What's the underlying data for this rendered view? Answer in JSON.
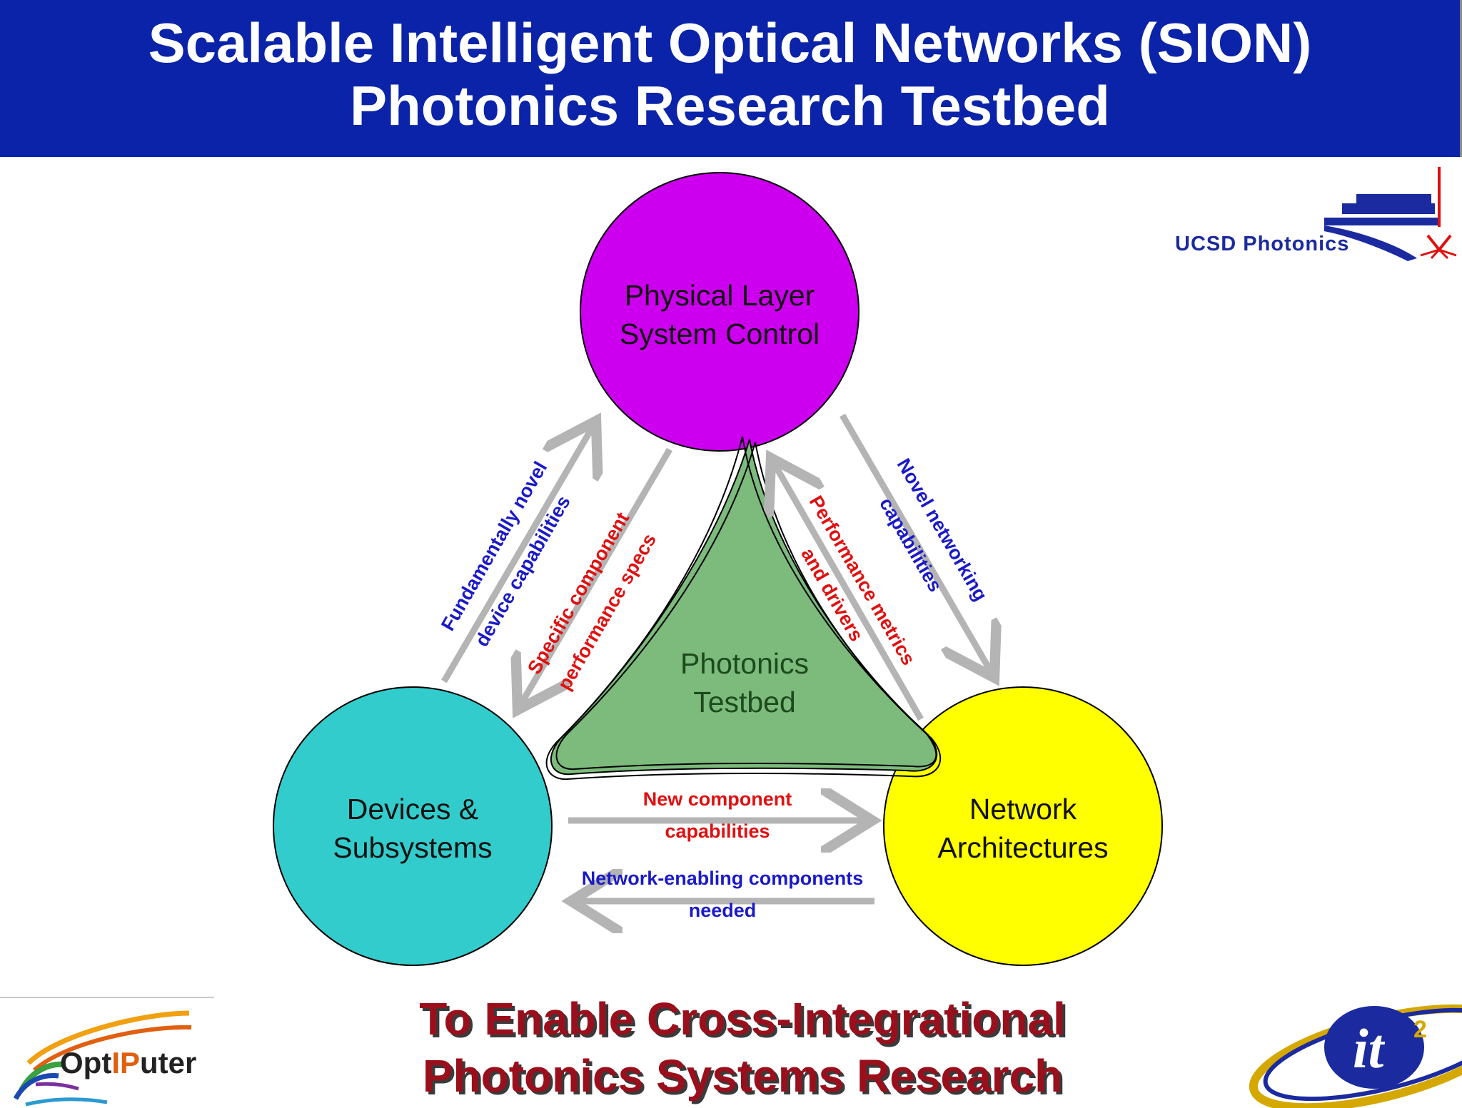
{
  "title": {
    "line1": "Scalable Intelligent Optical Networks (SION)",
    "line2": "Photonics Research Testbed"
  },
  "logos": {
    "ucsd": "UCSD Photonics",
    "optiputer_part1": "Opt",
    "optiputer_part2": "IP",
    "optiputer_part3": "uter",
    "it2": "it",
    "it2_sup": "2"
  },
  "nodes": {
    "physical_line1": "Physical Layer",
    "physical_line2": "System Control",
    "devices_line1": "Devices &",
    "devices_line2": "Subsystems",
    "network_line1": "Network",
    "network_line2": "Architectures",
    "testbed_line1": "Photonics",
    "testbed_line2": "Testbed"
  },
  "arrows": {
    "fundamental_line1": "Fundamentally novel",
    "fundamental_line2": "device capabilities",
    "specific_line1": "Specific component",
    "specific_line2": "performance specs",
    "performance_line1": "Performance metrics",
    "performance_line2": "and drivers",
    "novel_line1": "Novel networking",
    "novel_line2": "capabilities",
    "new_comp_line1": "New component",
    "new_comp_line2": "capabilities",
    "network_enabling_line1": "Network-enabling components",
    "network_enabling_line2": "needed"
  },
  "footer": {
    "line1": "To Enable Cross-Integrational",
    "line2": "Photonics Systems Research"
  },
  "colors": {
    "title_bg": "#0a23a8",
    "physical": "#cc00ee",
    "devices": "#33cccc",
    "network": "#ffff00",
    "testbed": "#7cbb7c",
    "arrow": "#b4b4b4",
    "footer_text": "#9a0f1c"
  }
}
